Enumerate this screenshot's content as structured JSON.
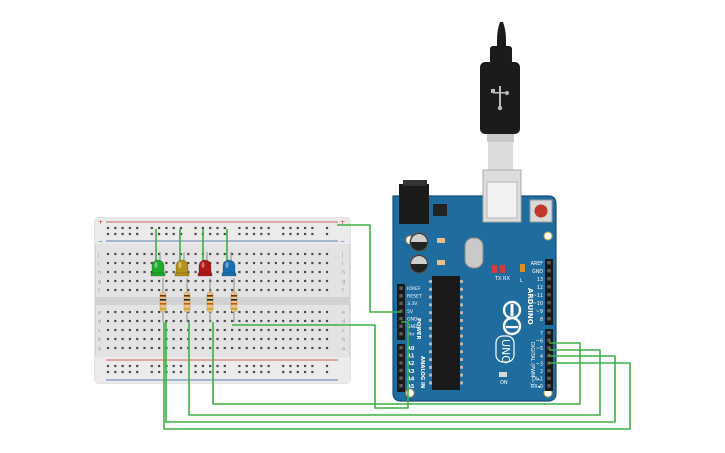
{
  "board": {
    "logo_text": "ARDUINO",
    "model": "UNO",
    "power_header_title": "POWER",
    "power_pins": [
      "IOREF",
      "RESET",
      "3.3V",
      "5V",
      "GND",
      "GND",
      "Vin"
    ],
    "analog_header_title": "ANALOG IN",
    "analog_pins": [
      "A0",
      "A1",
      "A2",
      "A3",
      "A4",
      "A5"
    ],
    "digital_header_title": "DIGITAL (PWM ~)",
    "digital_pins_top": [
      "AREF",
      "GND",
      "13",
      "12",
      "~11",
      "~10",
      "~9",
      "8"
    ],
    "digital_pins_bottom": [
      "7",
      "~6",
      "~5",
      "4",
      "~3",
      "2",
      "TX▸1",
      "RX◂0"
    ],
    "tx_label": "TX",
    "rx_label": "RX",
    "on_label": "ON",
    "l_label": "L"
  },
  "breadboard": {
    "row_letters": [
      "a",
      "b",
      "c",
      "d",
      "e",
      "f",
      "g",
      "h",
      "i",
      "j"
    ],
    "plus_symbol": "+",
    "minus_symbol": "−"
  },
  "leds": [
    {
      "color": "green",
      "hex": "#1faa2e"
    },
    {
      "color": "yellow",
      "hex": "#b59318"
    },
    {
      "color": "red",
      "hex": "#b01818"
    },
    {
      "color": "blue",
      "hex": "#1a6fb0"
    }
  ],
  "colors": {
    "wire": "#3cb043",
    "board": "#1f6c9e",
    "breadboard": "#e3e3e3"
  }
}
